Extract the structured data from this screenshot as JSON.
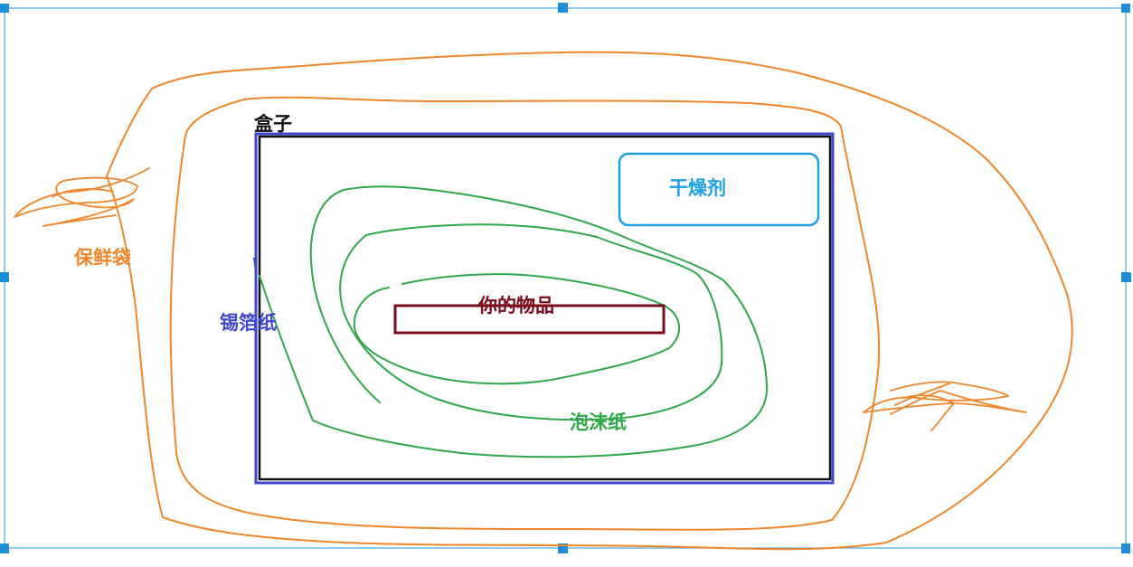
{
  "labels": {
    "box": "盒子",
    "desiccant": "干燥剂",
    "item": "你的物品",
    "foil": "锡箔纸",
    "foam": "泡沫纸",
    "bag": "保鲜袋"
  },
  "colors": {
    "box": "#111111",
    "foil": "#3f48cc",
    "desiccant": "#1ba1e2",
    "item": "#7a0d1c",
    "foam": "#2ea84a",
    "bag": "#f0862a",
    "selection": "#4aa3df"
  }
}
